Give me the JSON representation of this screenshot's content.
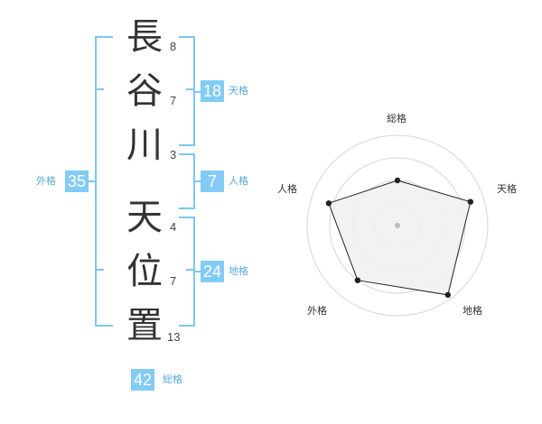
{
  "name": {
    "characters": [
      {
        "char": "長",
        "strokes": 8
      },
      {
        "char": "谷",
        "strokes": 7
      },
      {
        "char": "川",
        "strokes": 3
      },
      {
        "char": "天",
        "strokes": 4
      },
      {
        "char": "位",
        "strokes": 7
      },
      {
        "char": "置",
        "strokes": 13
      }
    ]
  },
  "fortunes": {
    "tenkaku": {
      "value": "18",
      "label": "天格"
    },
    "jinkaku": {
      "value": "7",
      "label": "人格"
    },
    "chikaku": {
      "value": "24",
      "label": "地格"
    },
    "gaikaku": {
      "value": "35",
      "label": "外格"
    },
    "soukaku": {
      "value": "42",
      "label": "総格"
    }
  },
  "colors": {
    "accent": "#82cbf5",
    "bracket": "#7fc6ee",
    "label": "#5aa9dc",
    "radar_fill": "#f0f0f0"
  },
  "chart_data": {
    "type": "radar",
    "axes": [
      "総格",
      "天格",
      "地格",
      "外格",
      "人格"
    ],
    "values": [
      0.5,
      0.85,
      0.95,
      0.75,
      0.8
    ],
    "max": 1.0,
    "rings": 4
  }
}
